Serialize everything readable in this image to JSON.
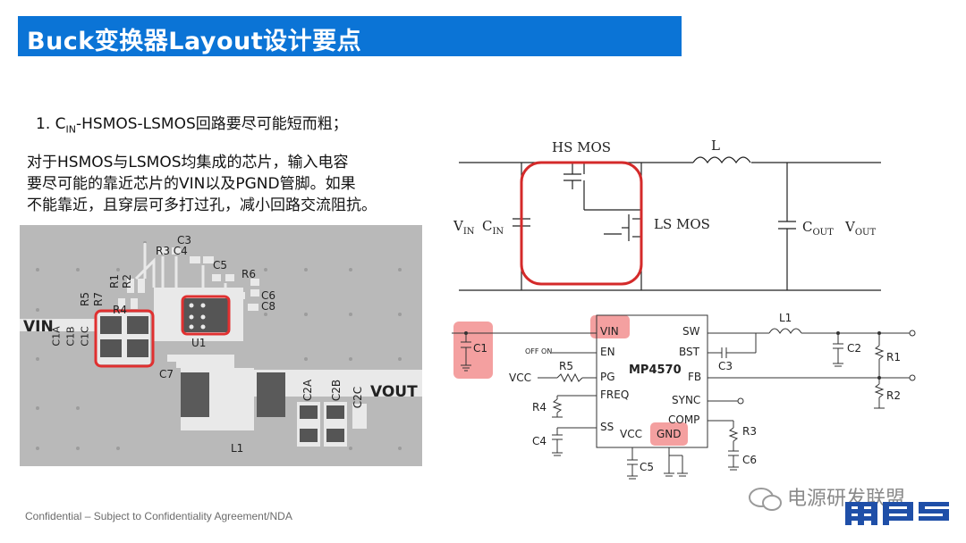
{
  "slide": {
    "title": "Buck变换器Layout设计要点",
    "point_prefix": "1. C",
    "point_sub": "IN",
    "point_rest": "-HSMOS-LSMOS回路要尽可能短而粗；",
    "desc_lines": [
      "对于HSMOS与LSMOS均集成的芯片，输入电容",
      "要尽可能的靠近芯片的VIN以及PGND管脚。如果",
      "不能靠近，且穿层可多打过孔，减小回路交流阻抗。"
    ],
    "footer": "Confidential – Subject to Confidentiality Agreement/NDA",
    "watermark": "电源研发联盟",
    "accent_color": "#0b74d6",
    "highlight_color": "#e03030"
  },
  "pcb": {
    "vin": "VIN",
    "vout": "VOUT",
    "u1": "U1",
    "l1": "L1",
    "c3": "C3",
    "r3c4": "R3 C4",
    "c5": "C5",
    "r6": "R6",
    "c6": "C6",
    "c8": "C8",
    "r5": "R5",
    "r7": "R7",
    "r1": "R1",
    "r2": "R2",
    "r4": "R4",
    "c1a": "C1A",
    "c1b": "C1B",
    "c1c": "C1C",
    "c7": "C7",
    "c2a": "C2A",
    "c2b": "C2B",
    "c2c": "C2C"
  },
  "schematic1": {
    "hs_mos": "HS MOS",
    "ls_mos": "LS MOS",
    "l": "L",
    "vin_main": "V",
    "vin_sub": "IN",
    "cin_main": "C",
    "cin_sub": "IN",
    "cout_main": "C",
    "cout_sub": "OUT",
    "vout_main": "V",
    "vout_sub": "OUT"
  },
  "schematic2": {
    "chip": "MP4570",
    "pin_vin": "VIN",
    "pin_en": "EN",
    "pin_pg": "PG",
    "pin_freq": "FREQ",
    "pin_ss": "SS",
    "pin_vcc": "VCC",
    "pin_gnd": "GND",
    "pin_sw": "SW",
    "pin_bst": "BST",
    "pin_fb": "FB",
    "pin_sync": "SYNC",
    "pin_comp": "COMP",
    "off_on": "OFF ON",
    "vcc_label": "VCC",
    "c1": "C1",
    "r5": "R5",
    "r4": "R4",
    "c4": "C4",
    "c5": "C5",
    "l1": "L1",
    "c3": "C3",
    "c2": "C2",
    "r1": "R1",
    "r2": "R2",
    "r3": "R3",
    "c6": "C6"
  }
}
